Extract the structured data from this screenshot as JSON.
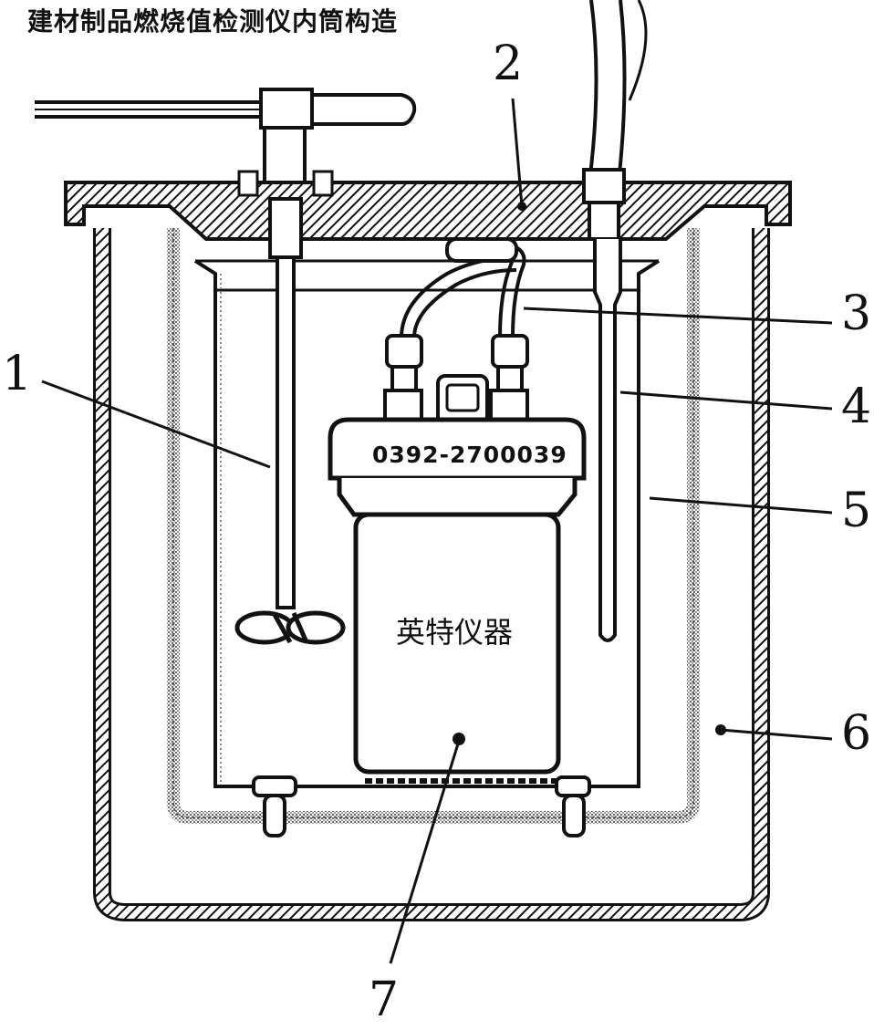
{
  "title": "建材制品燃烧值检测仪内筒构造",
  "device": {
    "phone": "0392-2700039",
    "brand": "英特仪器"
  },
  "callouts": [
    "1",
    "2",
    "3",
    "4",
    "5",
    "6",
    "7"
  ],
  "colors": {
    "ink": "#111111",
    "background": "#ffffff",
    "grain": "#888888"
  }
}
